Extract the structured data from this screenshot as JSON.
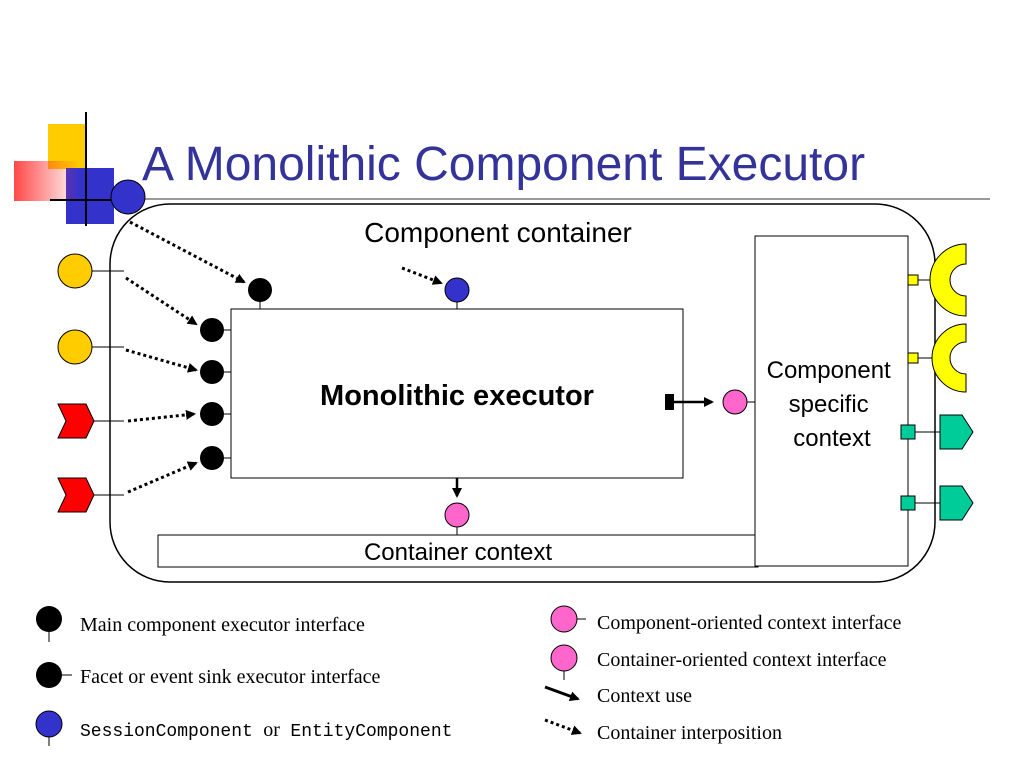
{
  "title": "A Monolithic Component Executor",
  "diagram": {
    "container_label": "Component container",
    "executor_label": "Monolithic executor",
    "context_label_lines": [
      "Component",
      "specific",
      "context"
    ],
    "container_context_label": "Container context"
  },
  "legend": {
    "main_interface": "Main component executor interface",
    "facet_interface": "Facet or event sink executor interface",
    "session_component": "SessionComponent",
    "or_word": "or",
    "entity_component": "EntityComponent",
    "component_context": "Component-oriented context interface",
    "container_context": "Container-oriented context interface",
    "context_use": "Context use",
    "container_interposition": "Container interposition"
  },
  "colors": {
    "title": "#333399",
    "blue_port": "#3333cc",
    "orange_port": "#ffcc00",
    "red_port": "#ff0000",
    "pink_port": "#ff66cc",
    "yellow_receptacle": "#ffff00",
    "teal_port": "#00cc99"
  }
}
